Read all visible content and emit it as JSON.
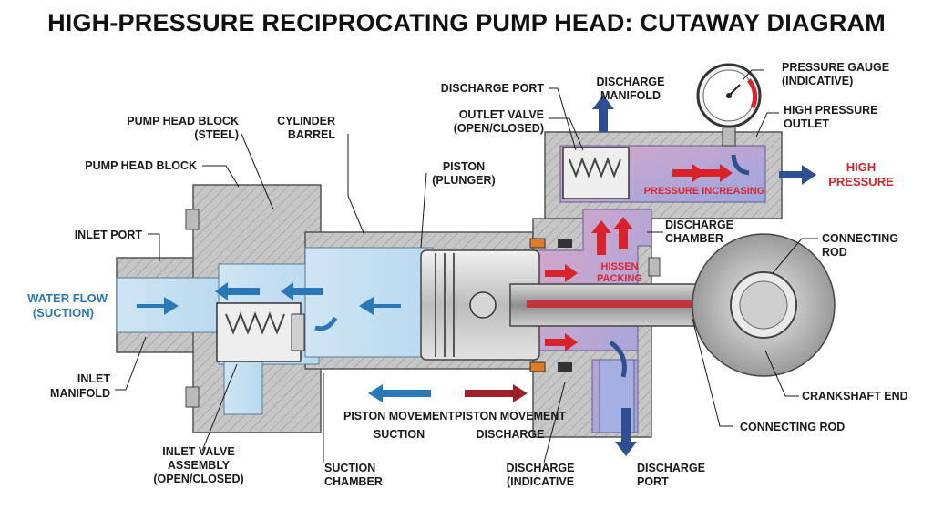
{
  "title": "HIGH-PRESSURE RECIPROCATING PUMP HEAD: CUTAWAY DIAGRAM",
  "labels": {
    "pump_head_block_steel": [
      "PUMP HEAD BLOCK",
      "(STEEL)"
    ],
    "pump_head_block": "PUMP HEAD BLOCK",
    "cylinder_barrel": [
      "CYLINDER",
      "BARREL"
    ],
    "inlet_port": "INLET PORT",
    "water_flow": [
      "WATER FLOW",
      "(SUCTION)"
    ],
    "inlet_manifold": [
      "INLET",
      "MANIFOLD"
    ],
    "inlet_valve_assembly": [
      "INLET VALVE",
      "ASSEMBLY",
      "(OPEN/CLOSED)"
    ],
    "suction_chamber": [
      "SUCTION",
      "CHAMBER"
    ],
    "piston_movement_suction": [
      "PISTON MOVEMENT",
      "SUCTION"
    ],
    "piston_movement_discharge": [
      "PISTON MOVEMENT",
      "DISCHARGE"
    ],
    "discharge_indicative": [
      "DISCHARGE",
      "(INDICATIVE"
    ],
    "discharge_port_bottom": [
      "DISCHARGE",
      "PORT"
    ],
    "piston_plunger": [
      "PISTON",
      "(PLUNGER)"
    ],
    "discharge_port_top": "DISCHARGE PORT",
    "outlet_valve": [
      "OUTLET VALVE",
      "(OPEN/CLOSED)"
    ],
    "discharge_manifold": [
      "DISCHARGE",
      "MANIFOLD"
    ],
    "pressure_gauge": [
      "PRESSURE GAUGE",
      "(INDICATIVE)"
    ],
    "high_pressure_outlet": [
      "HIGH PRESSURE",
      "OUTLET"
    ],
    "high_pressure": [
      "HIGH",
      "PRESSURE"
    ],
    "pressure_increasing": "PRESSURE INCREASING",
    "hissen_packing": [
      "HISSEN",
      "PACKING"
    ],
    "discharge_chamber": [
      "DISCHARGE",
      "CHAMBER"
    ],
    "connecting_rod_top": [
      "CONNECTING",
      "ROD"
    ],
    "crankshaft_end": "CRANKSHAFT END",
    "connecting_rod_bottom": "CONNECTING ROD"
  },
  "colors": {
    "suction_blue": "#2a78b8",
    "discharge_red": "#d8232a",
    "steel_gray": "#c9c9c9",
    "water_light": "#cfe6f5"
  }
}
